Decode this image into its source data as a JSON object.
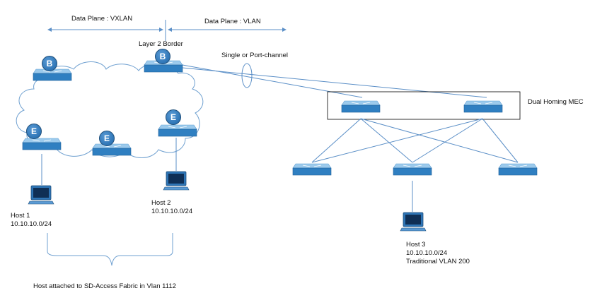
{
  "labels": {
    "data_plane_vxlan": "Data Plane : VXLAN",
    "data_plane_vlan": "Data Plane : VLAN",
    "layer2_border": "Layer 2 Border",
    "single_or_port_channel": "Single or Port-channel",
    "dual_homing_mec": "Dual Homing MEC",
    "fabric_caption": "Host attached to SD-Access Fabric in Vlan 1112"
  },
  "badges": {
    "border": "B",
    "edge": "E"
  },
  "hosts": [
    {
      "name": "Host 1",
      "subnet": "10.10.10.0/24",
      "extra": ""
    },
    {
      "name": "Host 2",
      "subnet": "10.10.10.0/24",
      "extra": ""
    },
    {
      "name": "Host 3",
      "subnet": "10.10.10.0/24",
      "extra": "Traditional VLAN 200"
    }
  ],
  "colors": {
    "switch_top": "#8fc1e8",
    "switch_front": "#2f7fc1",
    "link": "#5b8fc7",
    "cloud_outline": "#6fa0d0",
    "box_outline": "#000000"
  }
}
